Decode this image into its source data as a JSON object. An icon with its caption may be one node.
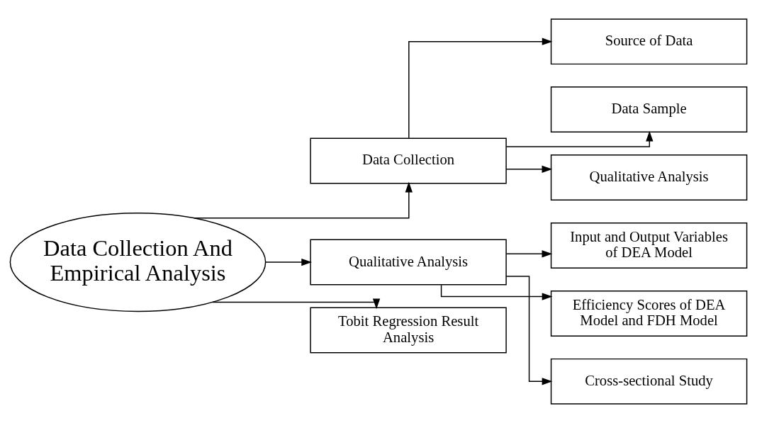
{
  "diagram": {
    "nodes": [
      {
        "text": [
          "Data Collection And Empirical Analysis"
        ]
      },
      {
        "text": [
          "Data Collection"
        ]
      },
      {
        "text": [
          "Qualitative Analysis"
        ]
      },
      {
        "text": [
          "Tobit Regression Result Analysis"
        ]
      },
      {
        "text": [
          "Source of Data"
        ]
      },
      {
        "text": [
          "Data Sample"
        ]
      },
      {
        "text": [
          "Qualitative Analysis"
        ]
      },
      {
        "text": [
          "Input and Output Variables of DEA Model"
        ]
      },
      {
        "text": [
          "Efficiency Scores of DEA Model and FDH Model"
        ]
      },
      {
        "text": [
          "Cross-sectional Study"
        ]
      }
    ],
    "edges": [
      {
        "from": 0,
        "to": 1,
        "arrow": "to"
      },
      {
        "from": 0,
        "to": 2,
        "arrow": "to"
      },
      {
        "from": 0,
        "to": 3,
        "arrow": "to"
      },
      {
        "from": 1,
        "to": 4,
        "arrow": "to"
      },
      {
        "from": 1,
        "to": 5,
        "arrow": "to"
      },
      {
        "from": 1,
        "to": 6,
        "arrow": "to"
      },
      {
        "from": 2,
        "to": 7,
        "arrow": "to"
      },
      {
        "from": 2,
        "to": 8,
        "arrow": "to"
      },
      {
        "from": 2,
        "to": 9,
        "arrow": "to"
      }
    ]
  }
}
